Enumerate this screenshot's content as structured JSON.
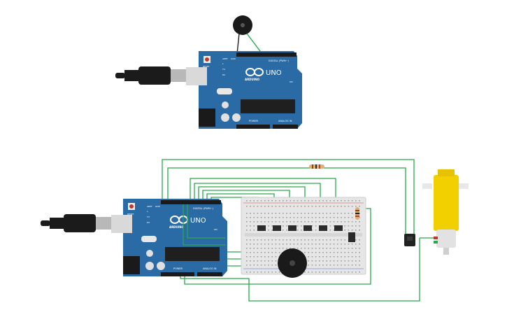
{
  "boards": [
    {
      "brand_text": "UNO",
      "logo_text": "ARDUINO",
      "digital_label": "DIGITAL (PWM~)",
      "power_label": "POWER",
      "analog_label": "ANALOG IN",
      "reset_label": "RESET",
      "aref_label": "AREF",
      "gnd_label": "GND",
      "tx_label": "TX",
      "rx_label": "RX",
      "l_label": "L",
      "on_label": "ON"
    },
    {
      "brand_text": "UNO",
      "logo_text": "ARDUINO",
      "digital_label": "DIGITAL (PWM~)",
      "power_label": "POWER",
      "analog_label": "ANALOG IN",
      "reset_label": "RESET",
      "aref_label": "AREF",
      "gnd_label": "GND",
      "tx_label": "TX",
      "rx_label": "RX",
      "l_label": "L",
      "on_label": "ON"
    }
  ],
  "colors": {
    "board": "#2a6ba6",
    "wire": "#2aa84a",
    "wire_black": "#222222",
    "breadboard": "#e6e6e6",
    "motor": "#f2d000",
    "cable": "#1b1b1b"
  }
}
